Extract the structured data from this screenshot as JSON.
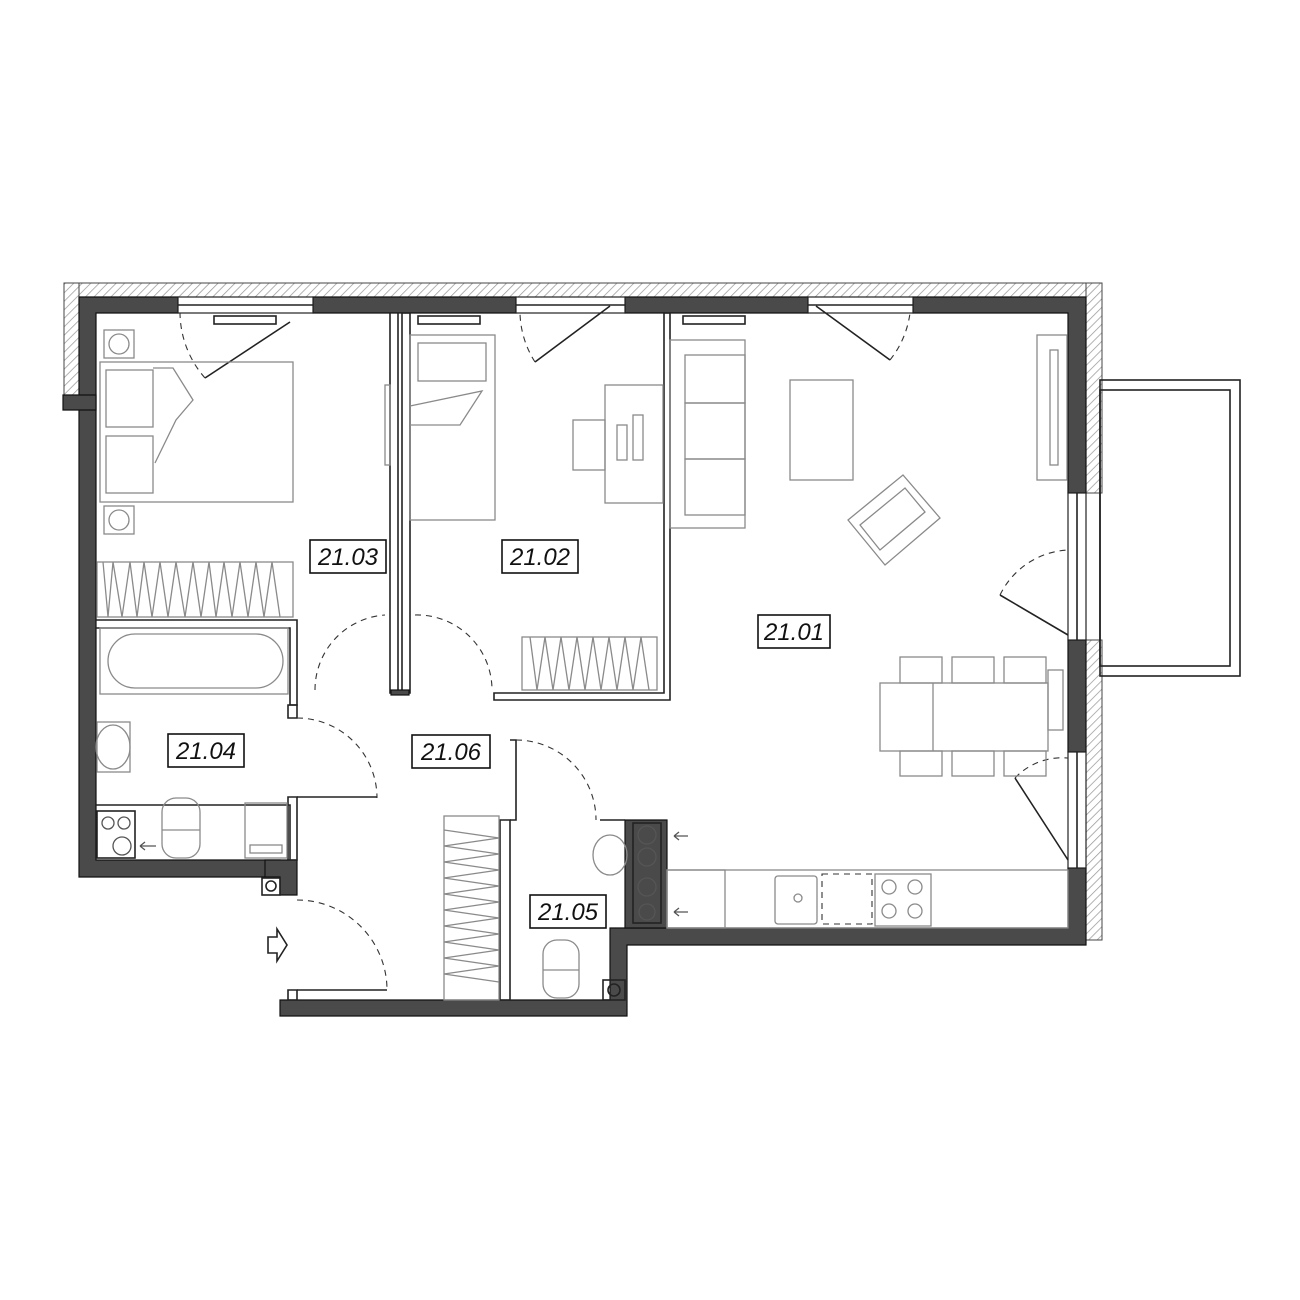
{
  "rooms": [
    {
      "id": "21.01",
      "label": "21.01"
    },
    {
      "id": "21.02",
      "label": "21.02"
    },
    {
      "id": "21.03",
      "label": "21.03"
    },
    {
      "id": "21.04",
      "label": "21.04"
    },
    {
      "id": "21.05",
      "label": "21.05"
    },
    {
      "id": "21.06",
      "label": "21.06"
    }
  ],
  "colors": {
    "wall": "#4a4a4a",
    "line": "#222222",
    "furniture": "#8a8a8a",
    "background": "#ffffff"
  }
}
